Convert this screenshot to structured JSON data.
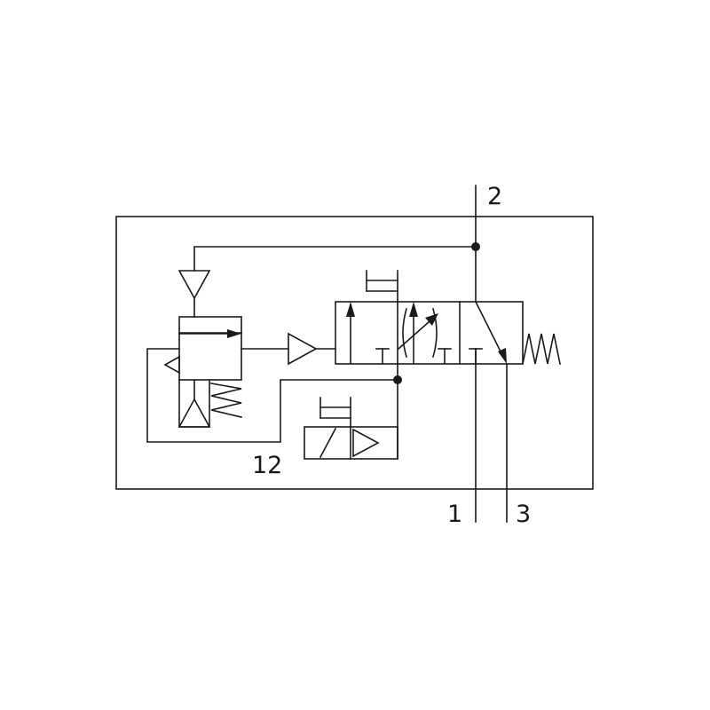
{
  "ports": {
    "port_2": "2",
    "port_1": "1",
    "port_3": "3",
    "port_12": "12"
  },
  "colors": {
    "line": "#1a1a1a",
    "background": "#ffffff"
  }
}
